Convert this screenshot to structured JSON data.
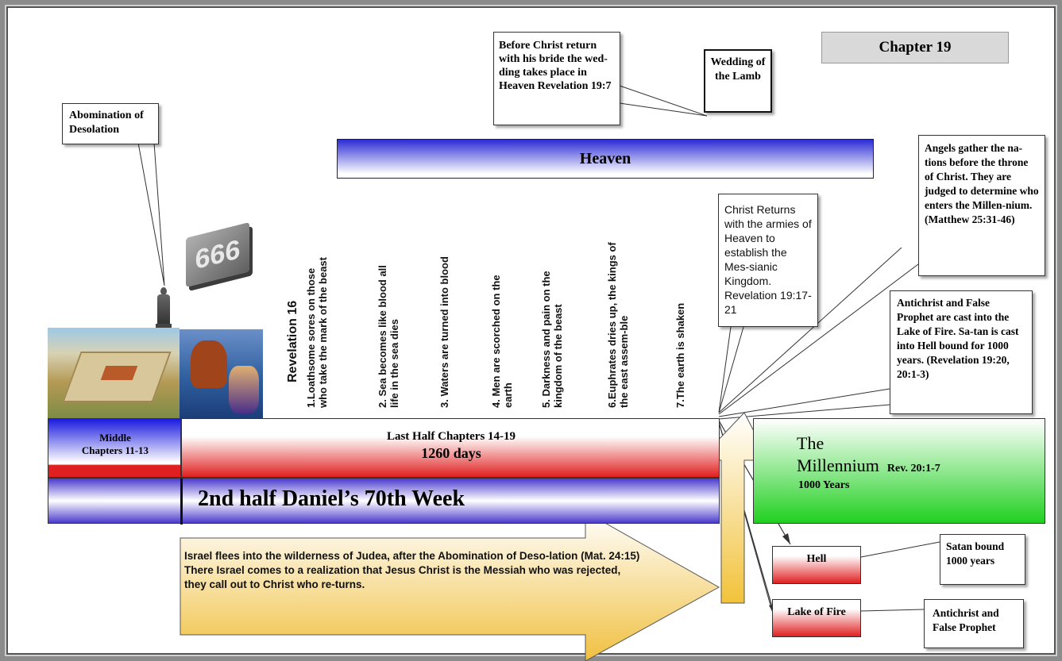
{
  "chapter": "Chapter 19",
  "wedding": {
    "callout": "Before Christ return with his bride the wed-ding takes place in Heaven Revelation 19:7",
    "label": "Wedding of the Lamb"
  },
  "abomination": "Abomination of Desolation",
  "heaven": "Heaven",
  "beast_number": "666",
  "revelation_title": "Revelation 16",
  "bowls": [
    "1.Loathsome sores on those who take the mark of the beast",
    "2. Sea becomes like blood all life in the sea dies",
    "3. Waters are turned into blood",
    "4. Men are scorched on the earth",
    "5. Darkness and pain on the  kingdom of the beast",
    "6.Euphrates dries up, the kings of the east assem-ble",
    "7.The earth is shaken"
  ],
  "christ_returns": "Christ Returns with the armies of Heaven to establish the Mes-sianic Kingdom. Revelation 19:17-21",
  "angels_gather": "Angels gather the na-tions before the throne of Christ.  They are judged to determine who enters the Millen-nium.  (Matthew 25:31-46)",
  "antichrist_cast": "Antichrist and False Prophet are cast into the Lake of Fire.  Sa-tan is cast into Hell bound for 1000 years. (Revelation 19:20, 20:1-3)",
  "middle": {
    "line1": "Middle",
    "line2": "Chapters 11-13"
  },
  "last_half": {
    "line1": "Last Half  Chapters 14-19",
    "line2": "1260 days"
  },
  "week": "2nd half Daniel’s 70th Week",
  "millennium": {
    "the": "The",
    "name": "Millennium",
    "ref": "Rev. 20:1-7",
    "years": "1000 Years"
  },
  "israel": "Israel flees into the wilderness of Judea, after the Abomination of Deso-lation (Mat. 24:15) There Israel comes to a  realization that Jesus Christ is the Messiah who was rejected, they call out to Christ who re-turns.",
  "hell": {
    "label": "Hell",
    "note": "Satan bound 1000 years"
  },
  "lake": {
    "label": "Lake of Fire",
    "note": "Antichrist and False Prophet"
  },
  "colors": {
    "heaven_blue": "#2b2bd6",
    "red": "#e02020",
    "green": "#20d020",
    "gold": "#f0c040"
  }
}
